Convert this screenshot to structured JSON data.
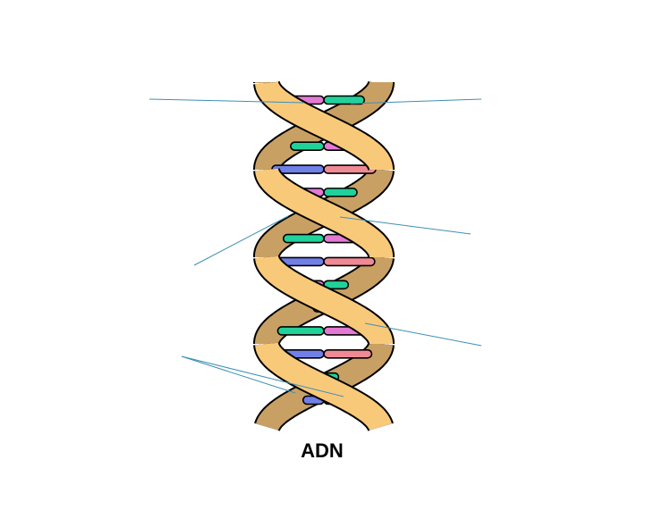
{
  "title": "ADN",
  "colors": {
    "strand_front": "#F9C97A",
    "strand_back": "#C9A064",
    "outline": "#000000",
    "base_pink": "#E27AD3",
    "base_green": "#21D19A",
    "base_blue": "#7180E8",
    "base_red": "#EF8A95",
    "leader_line": "#3E8FB5"
  },
  "base_pairs": [
    {
      "left": "pink",
      "right": "green"
    },
    {
      "left": "blue",
      "right": "red"
    },
    {
      "left": "green",
      "right": "pink"
    },
    {
      "left": "blue",
      "right": "red"
    },
    {
      "left": "pink",
      "right": "green"
    },
    {
      "left": "blue",
      "right": "red"
    },
    {
      "left": "green",
      "right": "pink"
    },
    {
      "left": "blue",
      "right": "red"
    },
    {
      "left": "pink",
      "right": "green"
    },
    {
      "left": "blue",
      "right": "red"
    },
    {
      "left": "green",
      "right": "pink"
    },
    {
      "left": "blue",
      "right": "red"
    },
    {
      "left": "pink",
      "right": "green"
    },
    {
      "left": "blue",
      "right": "red"
    }
  ],
  "labels": [
    {
      "name": "label-top-left",
      "text": ""
    },
    {
      "name": "label-top-right",
      "text": ""
    },
    {
      "name": "label-mid-right",
      "text": ""
    },
    {
      "name": "label-mid-left",
      "text": ""
    },
    {
      "name": "label-lower-right",
      "text": ""
    },
    {
      "name": "label-bottom-left",
      "text": ""
    }
  ]
}
